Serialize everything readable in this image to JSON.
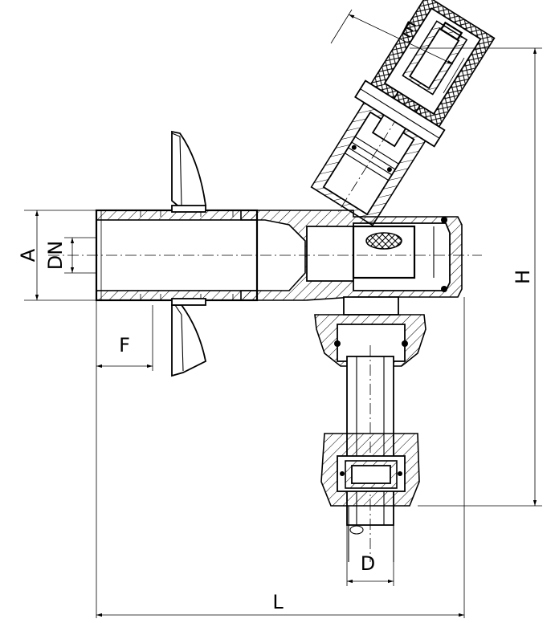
{
  "dimensions": {
    "A": "A",
    "DN": "DN",
    "E": "E",
    "F": "F",
    "H": "H",
    "D": "D",
    "L": "L"
  }
}
